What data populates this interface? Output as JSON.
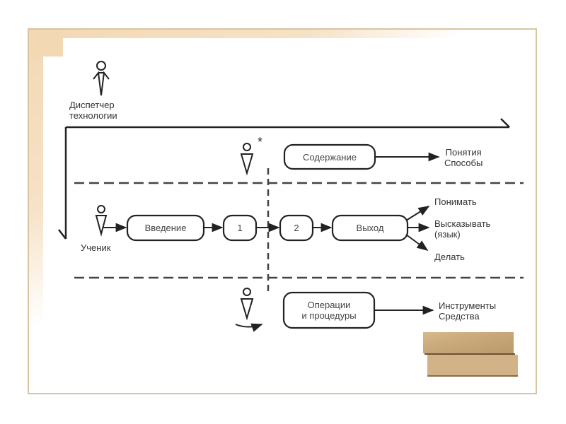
{
  "diagram": {
    "roles": {
      "dispatcher": "Диспетчер\nтехнологии",
      "student": "Ученик",
      "star": "*"
    },
    "boxes": {
      "content": "Содержание",
      "intro": "Введение",
      "step1": "1",
      "step2": "2",
      "exit": "Выход",
      "operations": "Операции\nи процедуры"
    },
    "outputs": {
      "content_result": "Понятия\nСпособы",
      "understand": "Понимать",
      "express": "Высказывать\n(язык)",
      "do": "Делать",
      "operations_result": "Инструменты\nСредства"
    },
    "colors": {
      "line": "#222222",
      "frame": "#d8c4a0",
      "frame_accent": "#f2d9b4"
    }
  }
}
